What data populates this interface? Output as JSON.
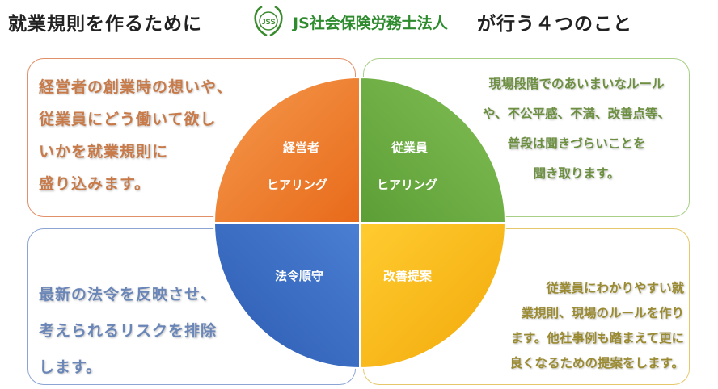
{
  "header": {
    "title_left": "就業規則を作るために",
    "org_name": "JS社会保険労務士法人",
    "title_right": "が行う４つのこと",
    "logo_text": "JSS"
  },
  "quadrants": {
    "top_left": {
      "label_line1": "経営者",
      "label_line2": "ヒアリング",
      "color": "#f07c2c",
      "description": [
        "経営者の創業時の想いや、",
        "従業員にどう働いて欲し",
        "いかを就業規則に",
        "盛り込みます。"
      ]
    },
    "top_right": {
      "label_line1": "従業員",
      "label_line2": "ヒアリング",
      "color": "#6aae44",
      "description": [
        "現場段階でのあいまいなルール",
        "や、不公平感、不満、改善点等、",
        "普段は聞きづらいことを",
        "聞き取ります。"
      ]
    },
    "bottom_left": {
      "label_line1": "法令順守",
      "color": "#3b6ec4",
      "description": [
        "最新の法令を反映させ、",
        "考えられるリスクを排除",
        "します。"
      ]
    },
    "bottom_right": {
      "label_line1": "改善提案",
      "color": "#f4b81c",
      "description": [
        "従業員にわかりやすい就",
        "業規則、現場のルールを作り",
        "ます。他社事例も踏まえて更に",
        "良くなるための提案をします。"
      ]
    }
  }
}
